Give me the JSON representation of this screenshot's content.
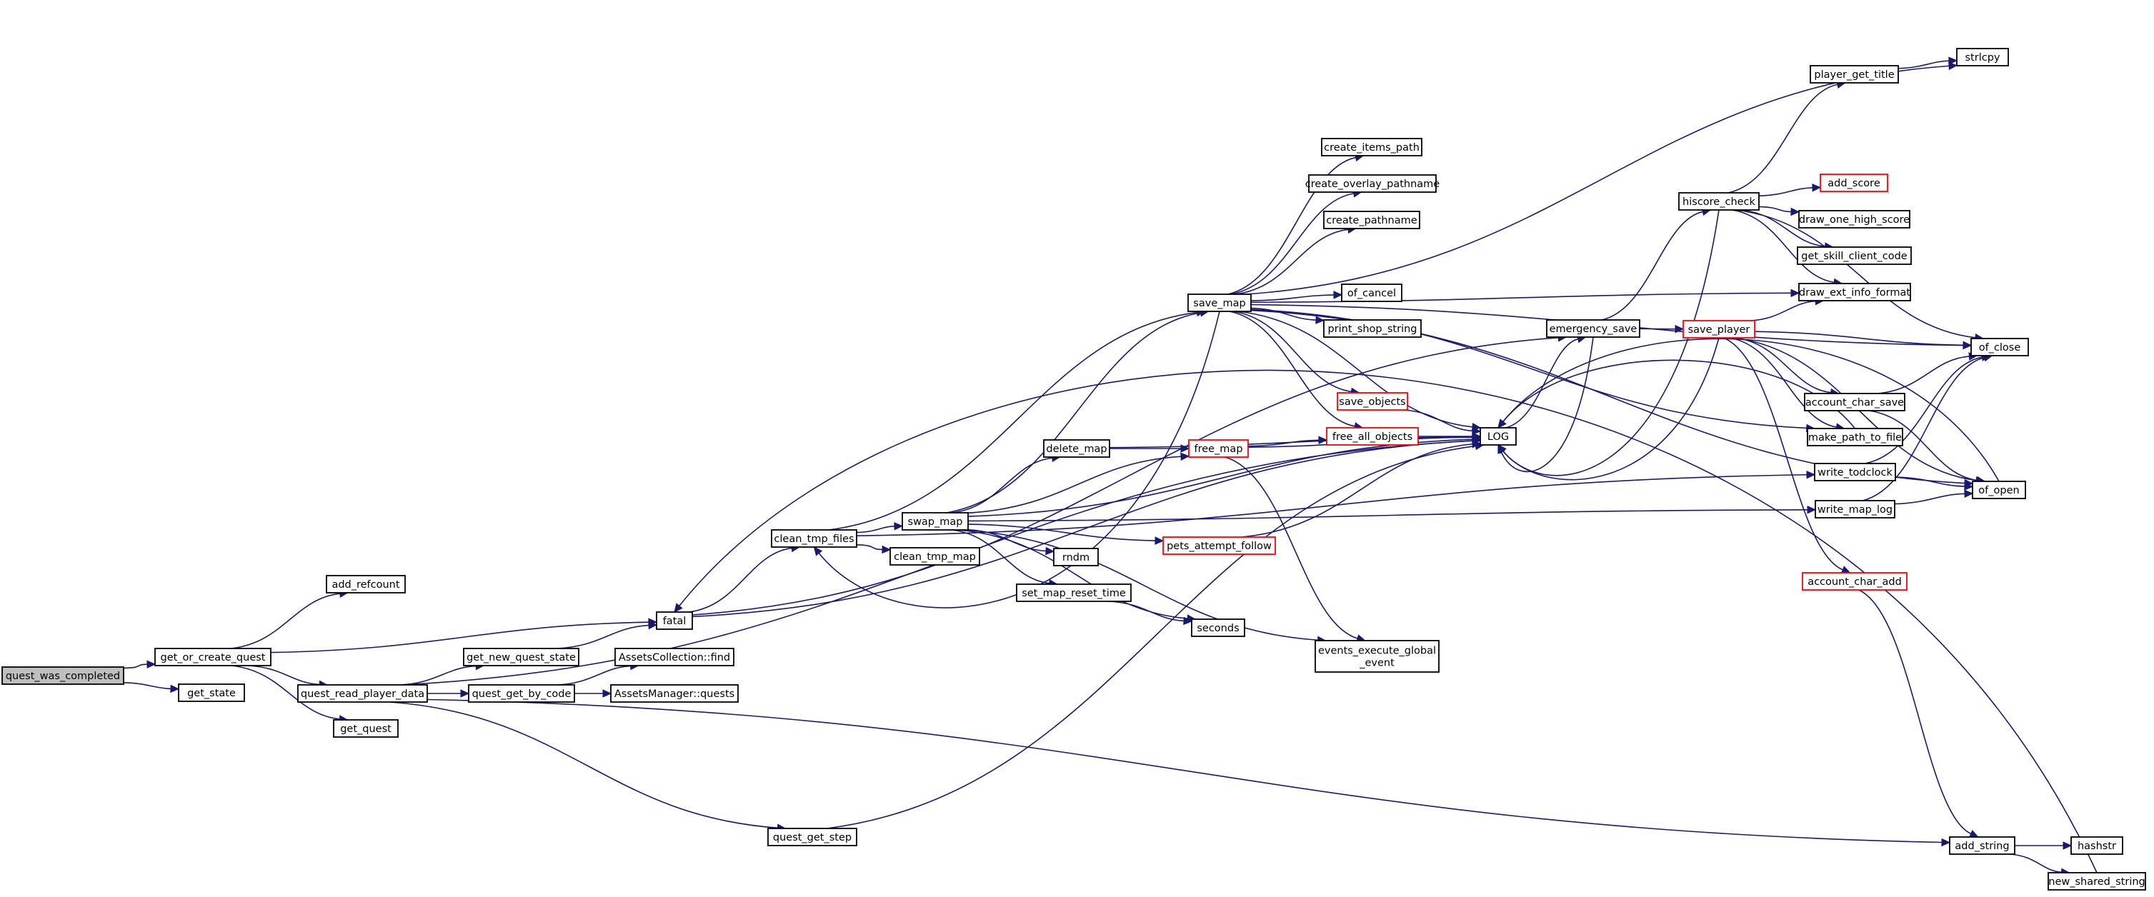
{
  "colors": {
    "edge": "#191970",
    "node_border": "#000000",
    "truncated_border": "#ff0000",
    "root_fill": "#bfbfbf",
    "background": "#ffffff"
  },
  "nodes": [
    {
      "id": "quest_was_completed",
      "label": "quest_was_completed",
      "style": "root"
    },
    {
      "id": "get_or_create_quest",
      "label": "get_or_create_quest",
      "style": "normal"
    },
    {
      "id": "get_state",
      "label": "get_state",
      "style": "normal"
    },
    {
      "id": "add_refcount",
      "label": "add_refcount",
      "style": "normal"
    },
    {
      "id": "fatal",
      "label": "fatal",
      "style": "normal"
    },
    {
      "id": "quest_read_player_data",
      "label": "quest_read_player_data",
      "style": "normal"
    },
    {
      "id": "get_quest",
      "label": "get_quest",
      "style": "normal"
    },
    {
      "id": "get_new_quest_state",
      "label": "get_new_quest_state",
      "style": "normal"
    },
    {
      "id": "quest_get_by_code",
      "label": "quest_get_by_code",
      "style": "normal"
    },
    {
      "id": "ac_find",
      "label": "AssetsCollection::find",
      "style": "normal"
    },
    {
      "id": "am_quests",
      "label": "AssetsManager::quests",
      "style": "normal"
    },
    {
      "id": "quest_get_step",
      "label": "quest_get_step",
      "style": "normal"
    },
    {
      "id": "clean_tmp_files",
      "label": "clean_tmp_files",
      "style": "normal"
    },
    {
      "id": "swap_map",
      "label": "swap_map",
      "style": "normal"
    },
    {
      "id": "clean_tmp_map",
      "label": "clean_tmp_map",
      "style": "normal"
    },
    {
      "id": "delete_map",
      "label": "delete_map",
      "style": "normal"
    },
    {
      "id": "rndm",
      "label": "rndm",
      "style": "normal"
    },
    {
      "id": "set_map_reset_time",
      "label": "set_map_reset_time",
      "style": "normal"
    },
    {
      "id": "seconds",
      "label": "seconds",
      "style": "normal"
    },
    {
      "id": "free_map",
      "label": "free_map",
      "style": "truncated"
    },
    {
      "id": "pets_attempt_follow",
      "label": "pets_attempt_follow",
      "style": "truncated"
    },
    {
      "id": "save_map",
      "label": "save_map",
      "style": "normal"
    },
    {
      "id": "create_items_path",
      "label": "create_items_path",
      "style": "normal"
    },
    {
      "id": "create_overlay_pathname",
      "label": "create_overlay_pathname",
      "style": "normal"
    },
    {
      "id": "create_pathname",
      "label": "create_pathname",
      "style": "normal"
    },
    {
      "id": "of_cancel",
      "label": "of_cancel",
      "style": "normal"
    },
    {
      "id": "print_shop_string",
      "label": "print_shop_string",
      "style": "normal"
    },
    {
      "id": "save_objects",
      "label": "save_objects",
      "style": "truncated"
    },
    {
      "id": "free_all_objects",
      "label": "free_all_objects",
      "style": "truncated"
    },
    {
      "id": "events_execute_global_event",
      "label": "events_execute_global\n_event",
      "style": "normal"
    },
    {
      "id": "LOG",
      "label": "LOG",
      "style": "normal"
    },
    {
      "id": "emergency_save",
      "label": "emergency_save",
      "style": "normal"
    },
    {
      "id": "hiscore_check",
      "label": "hiscore_check",
      "style": "normal"
    },
    {
      "id": "save_player",
      "label": "save_player",
      "style": "truncated"
    },
    {
      "id": "player_get_title",
      "label": "player_get_title",
      "style": "normal"
    },
    {
      "id": "strlcpy",
      "label": "strlcpy",
      "style": "normal"
    },
    {
      "id": "add_score",
      "label": "add_score",
      "style": "truncated"
    },
    {
      "id": "draw_one_high_score",
      "label": "draw_one_high_score",
      "style": "normal"
    },
    {
      "id": "get_skill_client_code",
      "label": "get_skill_client_code",
      "style": "normal"
    },
    {
      "id": "draw_ext_info_format",
      "label": "draw_ext_info_format",
      "style": "normal"
    },
    {
      "id": "account_char_save",
      "label": "account_char_save",
      "style": "normal"
    },
    {
      "id": "of_close",
      "label": "of_close",
      "style": "normal"
    },
    {
      "id": "make_path_to_file",
      "label": "make_path_to_file",
      "style": "normal"
    },
    {
      "id": "write_todclock",
      "label": "write_todclock",
      "style": "normal"
    },
    {
      "id": "write_map_log",
      "label": "write_map_log",
      "style": "normal"
    },
    {
      "id": "of_open",
      "label": "of_open",
      "style": "normal"
    },
    {
      "id": "account_char_add",
      "label": "account_char_add",
      "style": "truncated"
    },
    {
      "id": "add_string",
      "label": "add_string",
      "style": "normal"
    },
    {
      "id": "hashstr",
      "label": "hashstr",
      "style": "normal"
    },
    {
      "id": "new_shared_string",
      "label": "new_shared_string",
      "style": "normal"
    }
  ],
  "edges": [
    {
      "from": "quest_was_completed",
      "to": "get_or_create_quest"
    },
    {
      "from": "quest_was_completed",
      "to": "get_state"
    },
    {
      "from": "get_or_create_quest",
      "to": "add_refcount"
    },
    {
      "from": "get_or_create_quest",
      "to": "fatal"
    },
    {
      "from": "get_or_create_quest",
      "to": "quest_read_player_data"
    },
    {
      "from": "get_or_create_quest",
      "to": "get_quest"
    },
    {
      "from": "fatal",
      "to": "clean_tmp_files"
    },
    {
      "from": "fatal",
      "to": "emergency_save"
    },
    {
      "from": "fatal",
      "to": "LOG"
    },
    {
      "from": "quest_read_player_data",
      "to": "get_new_quest_state"
    },
    {
      "from": "quest_read_player_data",
      "to": "quest_get_by_code"
    },
    {
      "from": "quest_read_player_data",
      "to": "quest_get_step"
    },
    {
      "from": "quest_read_player_data",
      "to": "LOG"
    },
    {
      "from": "quest_read_player_data",
      "to": "add_string"
    },
    {
      "from": "get_new_quest_state",
      "to": "fatal"
    },
    {
      "from": "quest_get_by_code",
      "to": "ac_find"
    },
    {
      "from": "quest_get_by_code",
      "to": "am_quests"
    },
    {
      "from": "quest_get_step",
      "to": "LOG"
    },
    {
      "from": "clean_tmp_files",
      "to": "swap_map"
    },
    {
      "from": "clean_tmp_files",
      "to": "clean_tmp_map"
    },
    {
      "from": "clean_tmp_files",
      "to": "save_map"
    },
    {
      "from": "clean_tmp_files",
      "to": "write_todclock"
    },
    {
      "from": "swap_map",
      "to": "delete_map"
    },
    {
      "from": "swap_map",
      "to": "free_map"
    },
    {
      "from": "swap_map",
      "to": "rndm"
    },
    {
      "from": "swap_map",
      "to": "set_map_reset_time"
    },
    {
      "from": "swap_map",
      "to": "seconds"
    },
    {
      "from": "swap_map",
      "to": "pets_attempt_follow"
    },
    {
      "from": "swap_map",
      "to": "save_map"
    },
    {
      "from": "swap_map",
      "to": "events_execute_global_event"
    },
    {
      "from": "swap_map",
      "to": "LOG"
    },
    {
      "from": "swap_map",
      "to": "write_map_log"
    },
    {
      "from": "delete_map",
      "to": "free_map"
    },
    {
      "from": "delete_map",
      "to": "LOG"
    },
    {
      "from": "set_map_reset_time",
      "to": "seconds"
    },
    {
      "from": "free_map",
      "to": "free_all_objects"
    },
    {
      "from": "free_map",
      "to": "LOG"
    },
    {
      "from": "free_map",
      "to": "events_execute_global_event"
    },
    {
      "from": "pets_attempt_follow",
      "to": "LOG"
    },
    {
      "from": "save_map",
      "to": "create_items_path"
    },
    {
      "from": "save_map",
      "to": "create_overlay_pathname"
    },
    {
      "from": "save_map",
      "to": "create_pathname"
    },
    {
      "from": "save_map",
      "to": "of_cancel"
    },
    {
      "from": "save_map",
      "to": "print_shop_string"
    },
    {
      "from": "save_map",
      "to": "save_objects"
    },
    {
      "from": "save_map",
      "to": "free_all_objects"
    },
    {
      "from": "save_map",
      "to": "LOG"
    },
    {
      "from": "save_map",
      "to": "strlcpy"
    },
    {
      "from": "save_map",
      "to": "of_close"
    },
    {
      "from": "save_map",
      "to": "draw_ext_info_format"
    },
    {
      "from": "save_map",
      "to": "make_path_to_file"
    },
    {
      "from": "save_map",
      "to": "of_open"
    },
    {
      "from": "save_map",
      "to": "clean_tmp_files"
    },
    {
      "from": "save_objects",
      "to": "LOG"
    },
    {
      "from": "free_all_objects",
      "to": "LOG"
    },
    {
      "from": "LOG",
      "to": "emergency_save"
    },
    {
      "from": "emergency_save",
      "to": "LOG"
    },
    {
      "from": "emergency_save",
      "to": "hiscore_check"
    },
    {
      "from": "emergency_save",
      "to": "save_player"
    },
    {
      "from": "hiscore_check",
      "to": "player_get_title"
    },
    {
      "from": "hiscore_check",
      "to": "add_score"
    },
    {
      "from": "hiscore_check",
      "to": "draw_one_high_score"
    },
    {
      "from": "hiscore_check",
      "to": "get_skill_client_code"
    },
    {
      "from": "hiscore_check",
      "to": "draw_ext_info_format"
    },
    {
      "from": "hiscore_check",
      "to": "LOG"
    },
    {
      "from": "hiscore_check",
      "to": "of_close"
    },
    {
      "from": "player_get_title",
      "to": "strlcpy"
    },
    {
      "from": "save_player",
      "to": "draw_ext_info_format"
    },
    {
      "from": "save_player",
      "to": "of_close"
    },
    {
      "from": "save_player",
      "to": "account_char_save"
    },
    {
      "from": "save_player",
      "to": "make_path_to_file"
    },
    {
      "from": "save_player",
      "to": "of_open"
    },
    {
      "from": "save_player",
      "to": "account_char_add"
    },
    {
      "from": "save_player",
      "to": "LOG"
    },
    {
      "from": "account_char_save",
      "to": "of_close"
    },
    {
      "from": "account_char_save",
      "to": "of_open"
    },
    {
      "from": "make_path_to_file",
      "to": "LOG"
    },
    {
      "from": "write_todclock",
      "to": "of_close"
    },
    {
      "from": "write_todclock",
      "to": "of_open"
    },
    {
      "from": "write_map_log",
      "to": "of_close"
    },
    {
      "from": "write_map_log",
      "to": "of_open"
    },
    {
      "from": "of_open",
      "to": "LOG"
    },
    {
      "from": "account_char_add",
      "to": "add_string"
    },
    {
      "from": "add_string",
      "to": "hashstr"
    },
    {
      "from": "add_string",
      "to": "new_shared_string"
    },
    {
      "from": "new_shared_string",
      "to": "fatal"
    }
  ]
}
